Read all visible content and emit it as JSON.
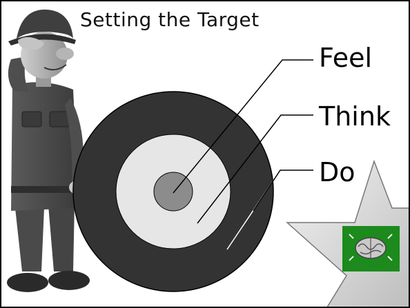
{
  "slide": {
    "title": "Setting the Target"
  },
  "target": {
    "layers": [
      {
        "label": "Feel",
        "ring": "center",
        "fill": "#8c8c8c"
      },
      {
        "label": "Think",
        "ring": "middle",
        "fill": "#e6e6e6"
      },
      {
        "label": "Do",
        "ring": "outer",
        "fill": "#333333"
      }
    ]
  },
  "colors": {
    "border": "#000000",
    "star_fill": "#d6d6d6",
    "brain_badge": "#1c8a1c"
  },
  "icons": {
    "character": "saluting-soldier",
    "decoration": "star",
    "badge": "brain-icon"
  }
}
